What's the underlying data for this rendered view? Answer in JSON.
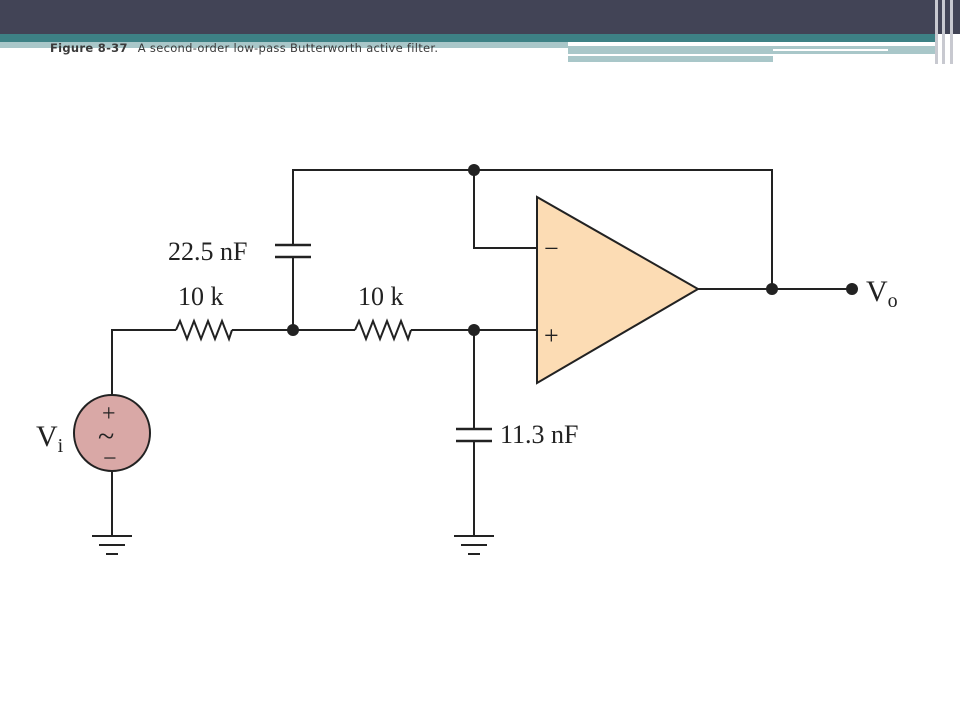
{
  "caption": {
    "figure_number": "Figure 8-37",
    "description": "A second-order low-pass Butterworth active filter."
  },
  "circuit": {
    "feedback_capacitor": "22.5 nF",
    "resistor_1": "10 k",
    "resistor_2": "10 k",
    "ground_capacitor": "11.3 nF",
    "input_label": "V",
    "input_subscript": "i",
    "output_label": "V",
    "output_subscript": "o",
    "opamp_minus": "−",
    "opamp_plus": "+",
    "source_plus": "+",
    "source_tilde": "~",
    "source_minus": "−"
  },
  "colors": {
    "opamp_fill": "#fcdcb4",
    "source_fill": "#d9a8a6",
    "wire": "#222222"
  }
}
